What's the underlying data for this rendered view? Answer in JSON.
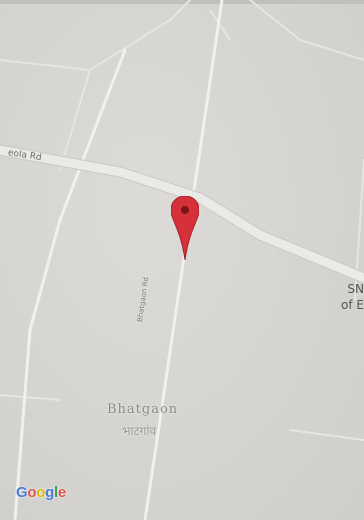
{
  "map": {
    "road_label_1": "eola Rd",
    "road_label_2": "Bhatgaon Rd",
    "place_name_en": "Bhatgaon",
    "place_name_hi": "भाटगांव",
    "edge_label_line1": "SN",
    "edge_label_line2": "of E",
    "logo": {
      "letters": [
        "G",
        "o",
        "o",
        "g",
        "l",
        "e"
      ]
    },
    "marker_color": "#d6313a"
  }
}
